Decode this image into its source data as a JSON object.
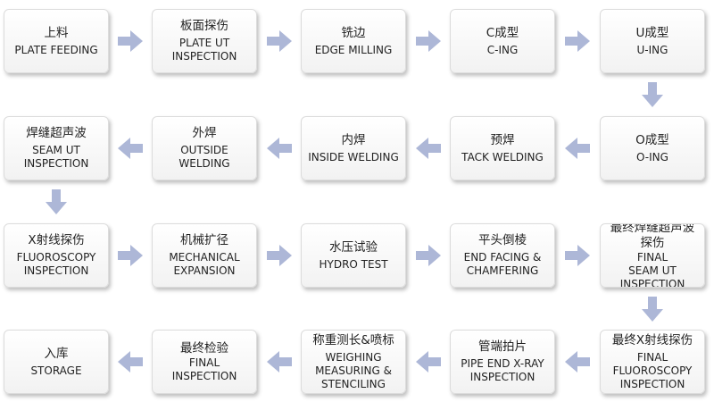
{
  "steps": [
    {
      "zh": "上料",
      "en": "PLATE FEEDING"
    },
    {
      "zh": "板面探伤",
      "en": "PLATE UT\nINSPECTION"
    },
    {
      "zh": "铣边",
      "en": "EDGE MILLING"
    },
    {
      "zh": "C成型",
      "en": "C-ING"
    },
    {
      "zh": "U成型",
      "en": "U-ING"
    },
    {
      "zh": "O成型",
      "en": "O-ING"
    },
    {
      "zh": "预焊",
      "en": "TACK WELDING"
    },
    {
      "zh": "内焊",
      "en": "INSIDE WELDING"
    },
    {
      "zh": "外焊",
      "en": "OUTSIDE\nWELDING"
    },
    {
      "zh": "焊缝超声波",
      "en": "SEAM UT\nINSPECTION"
    },
    {
      "zh": "X射线探伤",
      "en": "FLUOROSCOPY\nINSPECTION"
    },
    {
      "zh": "机械扩径",
      "en": "MECHANICAL\nEXPANSION"
    },
    {
      "zh": "水压试验",
      "en": "HYDRO TEST"
    },
    {
      "zh": "平头倒棱",
      "en": "END FACING &\nCHAMFERING"
    },
    {
      "zh": "最终焊缝超声波\n探伤",
      "en": "FINAL\nSEAM UT\nINSPECTION",
      "mixed": true
    },
    {
      "zh": "管端拍片",
      "en": "PIPE END X-RAY\nINSPECTION"
    },
    {
      "zh": "称重测长&喷标",
      "en": "WEIGHING\nMEASURING &\nSTENCILING"
    },
    {
      "zh": "最终检验",
      "en": "FINAL\nINSPECTION",
      "mixed": true
    },
    {
      "zh": "入库",
      "en": "STORAGE"
    },
    {
      "zh": "最终X射线探伤",
      "en": "FINAL\nFLUOROSCOPY\nINSPECTION"
    }
  ],
  "colors": {
    "arrow": "#adb7d7",
    "box_border": "#dcdcdc",
    "text": "#222222"
  }
}
